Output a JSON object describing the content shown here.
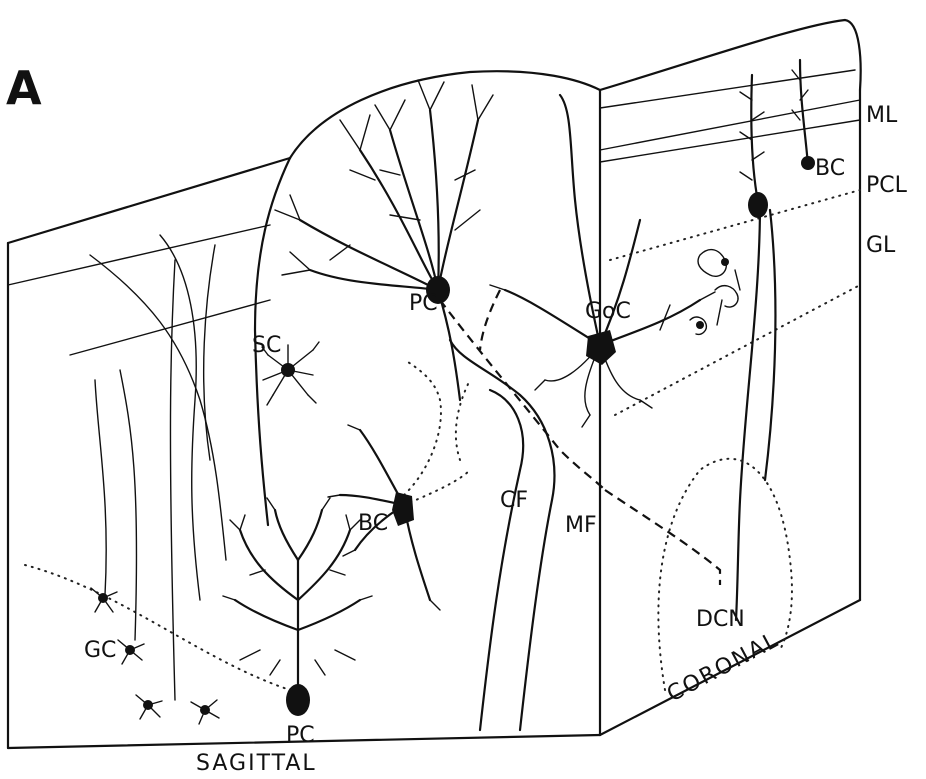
{
  "figure": {
    "panel_letter": "A",
    "view_labels": {
      "sagittal": "SAGITTAL",
      "coronal": "CORONAL"
    },
    "layer_labels": {
      "molecular": "ML",
      "purkinje_cell_layer": "PCL",
      "granular": "GL"
    },
    "cell_labels": {
      "purkinje_cell_top": "PC",
      "purkinje_cell_bottom": "PC",
      "golgi_cell": "GoC",
      "stellate_cell": "SC",
      "basket_cell_sagittal": "BC",
      "basket_cell_coronal": "BC",
      "granule_cell": "GC",
      "deep_cerebellar_nuclei": "DCN"
    },
    "fiber_labels": {
      "climbing_fiber": "CF",
      "mossy_fiber": "MF"
    }
  }
}
